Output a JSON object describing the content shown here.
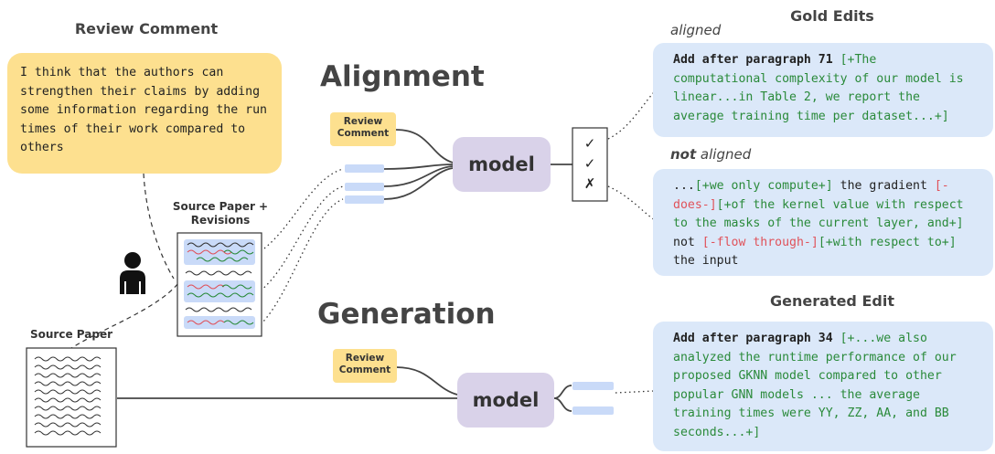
{
  "review_section": {
    "heading": "Review Comment",
    "comment_text": "I think that the authors can strengthen their claims by adding some information regarding the run times of their work compared to others"
  },
  "source_paper_revisions_label": "Source Paper + Revisions",
  "source_paper_label": "Source Paper",
  "alignment": {
    "title": "Alignment",
    "review_tag": "Review Comment",
    "model_label": "model",
    "checks": [
      "✓",
      "✓",
      "✗"
    ]
  },
  "generation": {
    "title": "Generation",
    "review_tag": "Review Comment",
    "model_label": "model"
  },
  "gold_edits": {
    "heading": "Gold Edits",
    "aligned_label": "aligned",
    "not_word": "not",
    "not_aligned_rest": " aligned",
    "aligned_edit": {
      "prefix": "Add after paragraph 71",
      "body": " [+The computational complexity of our model is linear...in Table 2, we report the average training time per dataset...+]"
    },
    "not_aligned_edit": {
      "part1": "...",
      "part2": "[+we only compute+]",
      "part3": " the gradient ",
      "part4": "[-does-]",
      "part5": "[+of the kernel value with respect to the masks of the current layer, and+]",
      "part6": " not ",
      "part7": "[-flow through-]",
      "part8": "[+with respect to+]",
      "part9": " the input"
    }
  },
  "generated_edit": {
    "heading": "Generated Edit",
    "prefix": "Add after paragraph 34",
    "body": " [+...we also analyzed the runtime performance of our proposed GKNN model compared to other popular GNN models ... the average training times were YY, ZZ, AA, and BB seconds...+]"
  },
  "colors": {
    "review_yellow": "#fde08f",
    "edit_blue": "#dbe8f9",
    "model_purple": "#d9d2e9",
    "insert_green": "#2a8a3a",
    "delete_red": "#e0525a",
    "strip_blue": "#c9daf8"
  },
  "icons": [
    "person-icon",
    "checkmark-icon",
    "cross-icon",
    "document-icon"
  ]
}
